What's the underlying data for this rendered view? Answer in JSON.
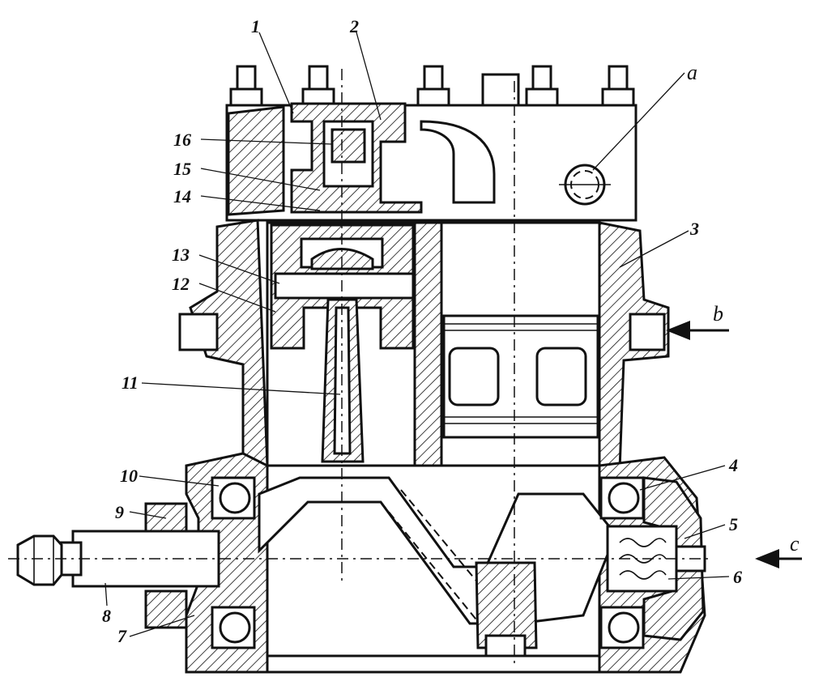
{
  "labels": {
    "l1": "1",
    "l2": "2",
    "l3": "3",
    "l4": "4",
    "l5": "5",
    "l6": "6",
    "l7": "7",
    "l8": "8",
    "l9": "9",
    "l10": "10",
    "l11": "11",
    "l12": "12",
    "l13": "13",
    "l14": "14",
    "l15": "15",
    "l16": "16",
    "la": "a",
    "lb": "b",
    "lc": "c"
  }
}
